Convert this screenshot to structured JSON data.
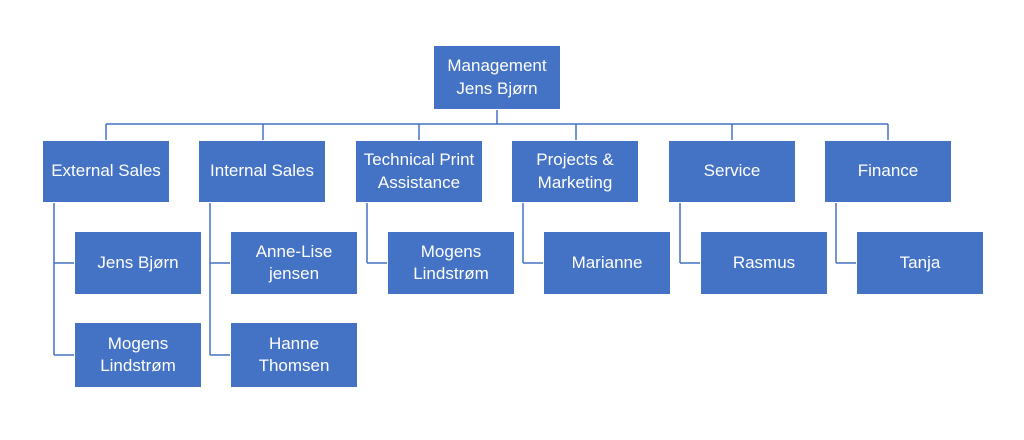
{
  "colors": {
    "box_fill": "#4472c4",
    "box_text": "#ffffff",
    "connector": "#4472c4"
  },
  "root": {
    "title": "Management",
    "name": "Jens Bjørn"
  },
  "departments": [
    {
      "label": "External Sales",
      "members": [
        "Jens Bjørn",
        "Mogens\nLindstrøm"
      ]
    },
    {
      "label": "Internal Sales",
      "members": [
        "Anne-Lise\njensen",
        "Hanne\nThomsen"
      ]
    },
    {
      "label": "Technical Print\nAssistance",
      "members": [
        "Mogens\nLindstrøm"
      ]
    },
    {
      "label": "Projects &\nMarketing",
      "members": [
        "Marianne"
      ]
    },
    {
      "label": "Service",
      "members": [
        "Rasmus"
      ]
    },
    {
      "label": "Finance",
      "members": [
        "Tanja"
      ]
    }
  ]
}
